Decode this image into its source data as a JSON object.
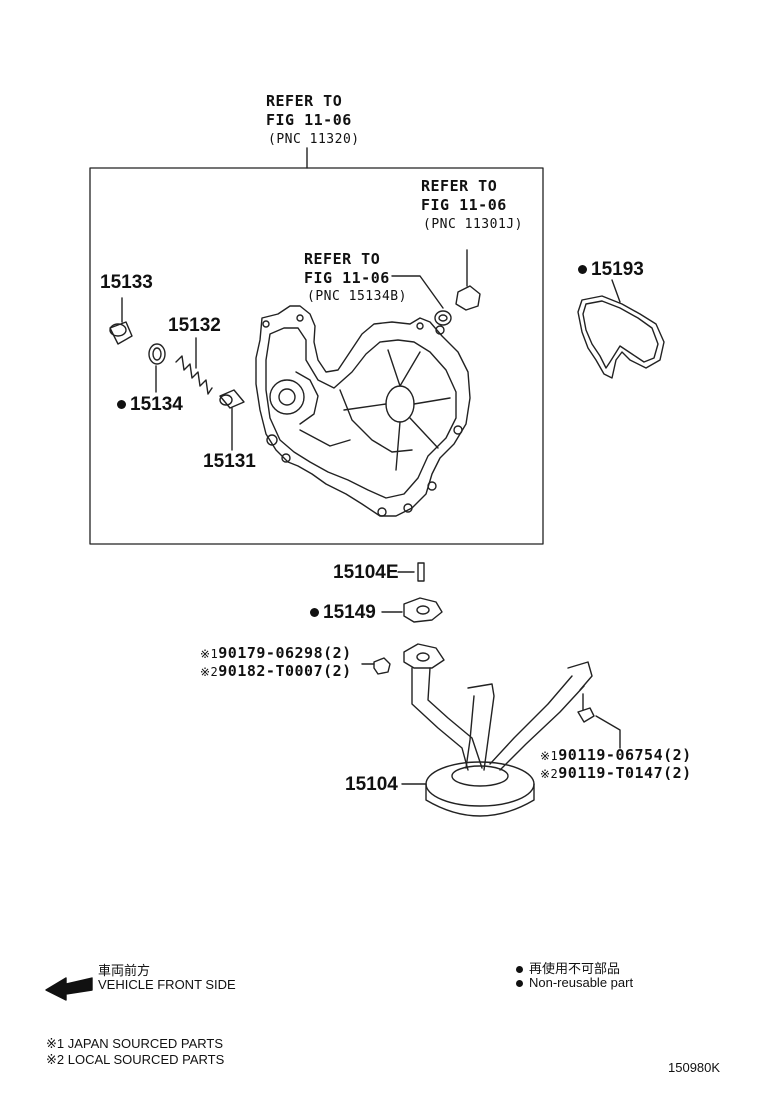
{
  "refs": {
    "top": {
      "line1": "REFER TO",
      "line2": "FIG 11-06",
      "line3": "(PNC 11320)"
    },
    "plug": {
      "line1": "REFER TO",
      "line2": "FIG 11-06",
      "line3": "(PNC 11301J)"
    },
    "seal": {
      "line1": "REFER TO",
      "line2": "FIG 11-06",
      "line3": "(PNC 15134B)"
    }
  },
  "parts": {
    "p15133": "15133",
    "p15132": "15132",
    "p15134": "15134",
    "p15131": "15131",
    "p15193": "15193",
    "p15104E": "15104E",
    "p15149": "15149",
    "p15104": "15104"
  },
  "fasteners": {
    "nut1_mark": "※1",
    "nut1": "90179-06298(2)",
    "nut2_mark": "※2",
    "nut2": "90182-T0007(2)",
    "bolt1_mark": "※1",
    "bolt1": "90119-06754(2)",
    "bolt2_mark": "※2",
    "bolt2": "90119-T0147(2)"
  },
  "direction": {
    "jp": "車両前方",
    "en": "VEHICLE FRONT SIDE"
  },
  "legend": {
    "jp": "再使用不可部品",
    "en": "Non-reusable part"
  },
  "footnotes": {
    "f1": "※1 JAPAN SOURCED PARTS",
    "f2": "※2 LOCAL SOURCED PARTS"
  },
  "diagram_id": "150980K",
  "icons": [
    "non-reusable-dot",
    "front-arrow-icon"
  ]
}
